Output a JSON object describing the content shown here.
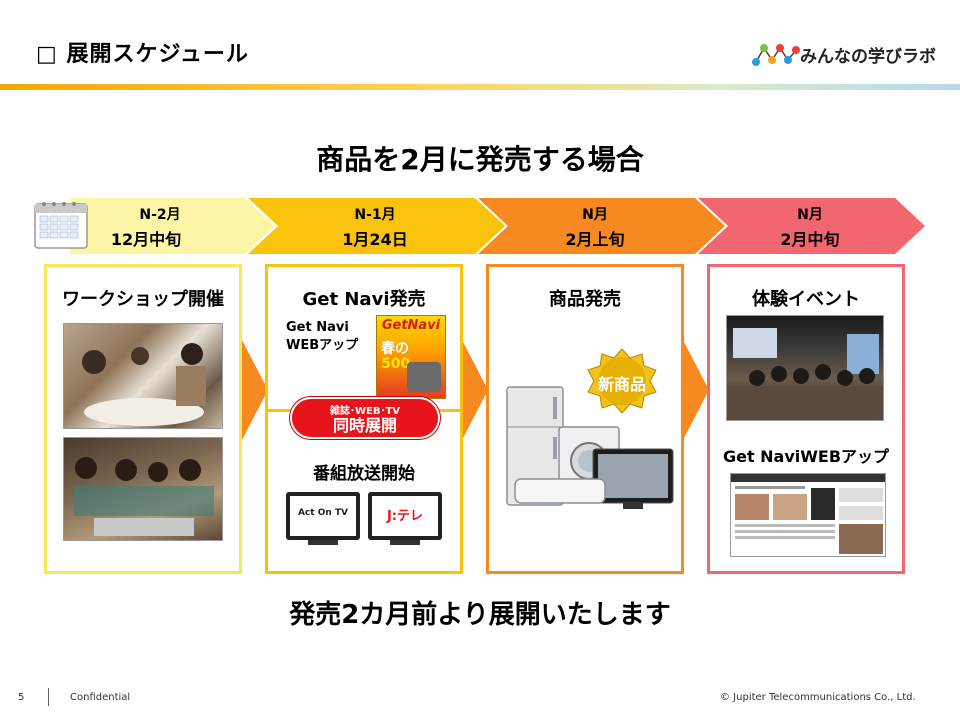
{
  "header": {
    "title": "□ 展開スケジュール",
    "logo_text": "みんなの学びラボ"
  },
  "main_title": "商品を2月に発売する場合",
  "timeline": [
    {
      "line1": "N-2月",
      "line2": "12月中旬",
      "color": "#fdf5a6"
    },
    {
      "line1": "N-1月",
      "line2": "1月24日",
      "color": "#f9c20b"
    },
    {
      "line1": "N月",
      "line2": "2月上旬",
      "color": "#f6891f"
    },
    {
      "line1": "N月",
      "line2": "2月中旬",
      "color": "#f26670"
    }
  ],
  "boxes": {
    "workshop": {
      "title": "ワークショップ開催",
      "border": "#f5e85a"
    },
    "getnavi": {
      "title": "Get Navi発売",
      "web_line1": "Get Navi",
      "web_line2": "WEBアップ",
      "magazine_title": "GetNavi",
      "magazine_lines": [
        "春の",
        "500"
      ],
      "badge_line1": "雑誌･WEB･TV",
      "badge_line2": "同時展開",
      "tv_title": "番組放送開始",
      "tv1_label": "Act On TV",
      "tv2_label": "J:テレ",
      "border": "#f9c20b"
    },
    "launch": {
      "title": "商品発売",
      "seal_text": "新商品",
      "border": "#f6891f"
    },
    "event": {
      "title": "体験イベント",
      "web_title": "Get NaviWEBアップ",
      "border": "#f26670"
    }
  },
  "bottom_message": "発売2カ月前より展開いたします",
  "footer": {
    "page": "5",
    "confidential": "Confidential",
    "copyright": "© Jupiter Telecommunications Co., Ltd."
  }
}
